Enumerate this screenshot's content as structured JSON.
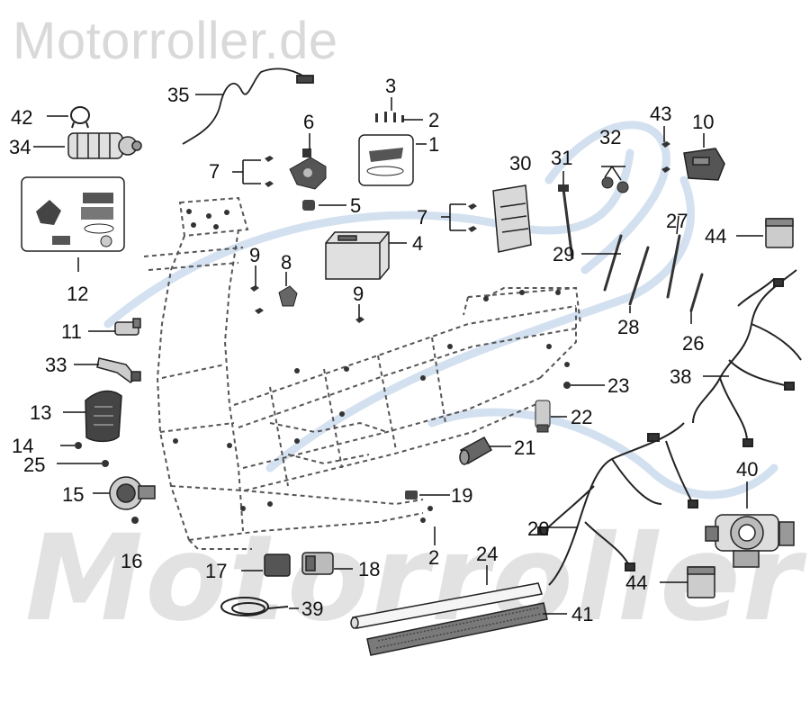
{
  "watermark": {
    "top_text": "Motorroller.de",
    "center_text": "Motorroller"
  },
  "colors": {
    "background": "#ffffff",
    "ink": "#111111",
    "frame_line": "#555555",
    "watermark": "#d9d9d9",
    "logo_blue": "#c9d9ec"
  },
  "callouts": {
    "c1": "1",
    "c2": "2",
    "c2b": "2",
    "c3": "3",
    "c4": "4",
    "c5": "5",
    "c6": "6",
    "c7": "7",
    "c7b": "7",
    "c8": "8",
    "c9": "9",
    "c9b": "9",
    "c10": "10",
    "c11": "11",
    "c12": "12",
    "c13": "13",
    "c14": "14",
    "c15": "15",
    "c16": "16",
    "c17": "17",
    "c18": "18",
    "c19": "19",
    "c20": "20",
    "c21": "21",
    "c22": "22",
    "c23": "23",
    "c24": "24",
    "c25": "25",
    "c26": "26",
    "c27": "27",
    "c28": "28",
    "c29": "29",
    "c30": "30",
    "c31": "31",
    "c32": "32",
    "c33": "33",
    "c34": "34",
    "c35": "35",
    "c38": "38",
    "c39": "39",
    "c40": "40",
    "c41": "41",
    "c42": "42",
    "c43": "43",
    "c44": "44",
    "c44b": "44"
  }
}
